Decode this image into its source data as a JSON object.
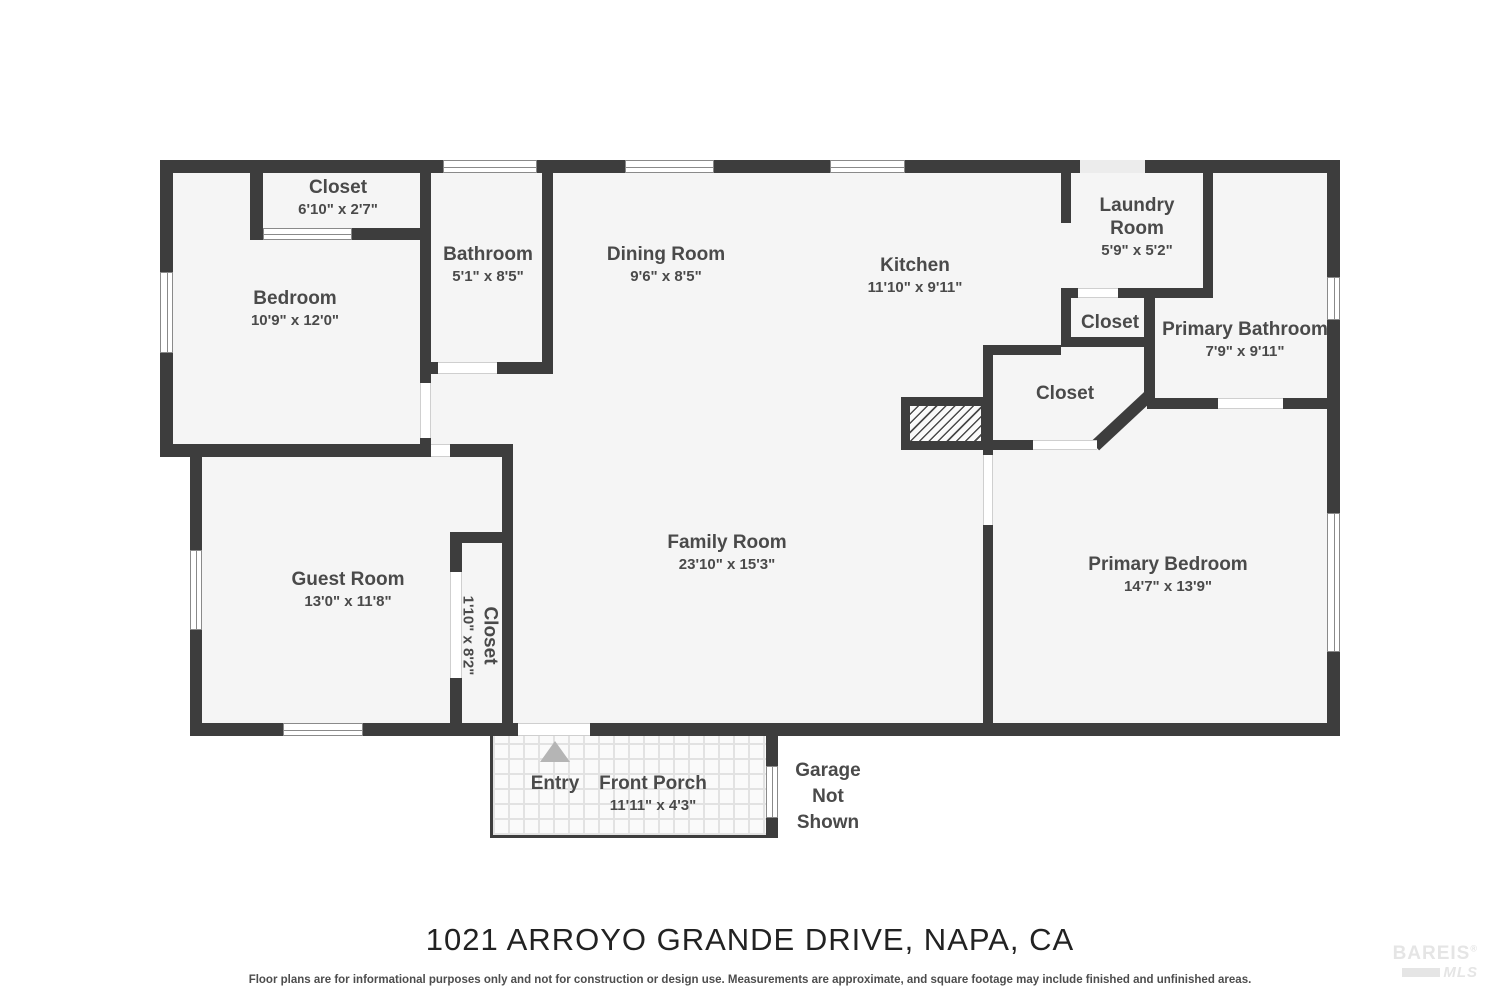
{
  "colors": {
    "wall": "#3d3d3d",
    "floor": "#f5f5f5",
    "label_text": "#4a4a4a",
    "entry_arrow": "#b5b5b5",
    "logo_gray": "#e5e5e5"
  },
  "rooms": [
    {
      "name": "Closet",
      "dims": "6'10\" x 2'7\""
    },
    {
      "name": "Bedroom",
      "dims": "10'9\" x 12'0\""
    },
    {
      "name": "Bathroom",
      "dims": "5'1\" x 8'5\""
    },
    {
      "name": "Dining Room",
      "dims": "9'6\" x 8'5\""
    },
    {
      "name": "Kitchen",
      "dims": "11'10\" x 9'11\""
    },
    {
      "name": "Laundry Room",
      "dims": "5'9\" x 5'2\""
    },
    {
      "name": "Closet",
      "dims": ""
    },
    {
      "name": "Primary Bathroom",
      "dims": "7'9\" x 9'11\""
    },
    {
      "name": "Closet",
      "dims": ""
    },
    {
      "name": "Family Room",
      "dims": "23'10\" x 15'3\""
    },
    {
      "name": "Guest Room",
      "dims": "13'0\" x 11'8\""
    },
    {
      "name": "Closet",
      "dims": "1'10\" x 8'2\""
    },
    {
      "name": "Primary Bedroom",
      "dims": "14'7\" x 13'9\""
    },
    {
      "name": "Front Porch",
      "dims": "11'11\" x 4'3\""
    },
    {
      "name": "Entry",
      "dims": ""
    },
    {
      "name": "Garage Not Shown",
      "dims": ""
    }
  ],
  "footer": {
    "address": "1021 ARROYO GRANDE DRIVE, NAPA, CA",
    "disclaimer": "Floor plans are for informational purposes only and not for construction or design use. Measurements are approximate, and square footage may include finished and unfinished areas.",
    "logo_primary": "BAREIS",
    "logo_reg": "®",
    "logo_secondary": "MLS"
  }
}
